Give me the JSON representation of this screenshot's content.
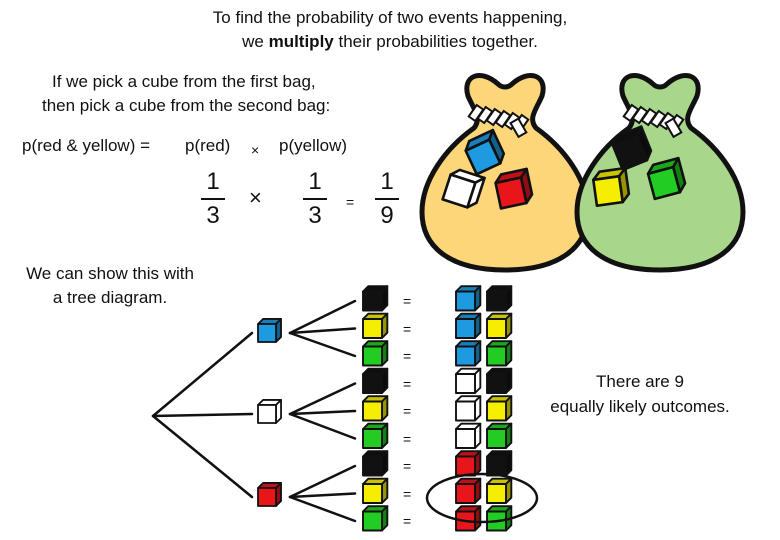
{
  "title": {
    "line1": "To find the probability of two events happening,",
    "line2_pre": "we ",
    "line2_bold": "multiply",
    "line2_post": " their probabilities together."
  },
  "intro": {
    "line1": "If we pick a cube from the first bag,",
    "line2": "then pick a cube from the second bag:"
  },
  "equation": {
    "lhs": "p(red & yellow) =",
    "term1": "p(red)",
    "times": "×",
    "term2": "p(yellow)",
    "frac1": {
      "num": "1",
      "den": "3"
    },
    "frac2": {
      "num": "1",
      "den": "3"
    },
    "equals": "=",
    "result": {
      "num": "1",
      "den": "9"
    }
  },
  "tree_label": {
    "line1": "We can show this with",
    "line2": "a tree diagram."
  },
  "outcomes_label": {
    "line1": "There are 9",
    "line2": "equally likely outcomes."
  },
  "equals_sign": "=",
  "colors": {
    "blue": "#1e9be0",
    "white": "#ffffff",
    "red": "#e8151b",
    "black": "#111111",
    "yellow": "#f5ee00",
    "green": "#22cc22",
    "bag1": "#fdd67a",
    "bag2": "#a8d78c"
  },
  "bags": [
    {
      "name": "first-bag",
      "color_key": "bag1",
      "cubes": [
        "blue",
        "white",
        "red"
      ]
    },
    {
      "name": "second-bag",
      "color_key": "bag2",
      "cubes": [
        "black",
        "yellow",
        "green"
      ]
    }
  ],
  "tree": {
    "first_pick": [
      "blue",
      "white",
      "red"
    ],
    "second_pick": [
      "black",
      "yellow",
      "green"
    ]
  },
  "outcomes": [
    [
      "blue",
      "black"
    ],
    [
      "blue",
      "yellow"
    ],
    [
      "blue",
      "green"
    ],
    [
      "white",
      "black"
    ],
    [
      "white",
      "yellow"
    ],
    [
      "white",
      "green"
    ],
    [
      "red",
      "black"
    ],
    [
      "red",
      "yellow"
    ],
    [
      "red",
      "green"
    ]
  ],
  "highlighted_outcome": 7
}
